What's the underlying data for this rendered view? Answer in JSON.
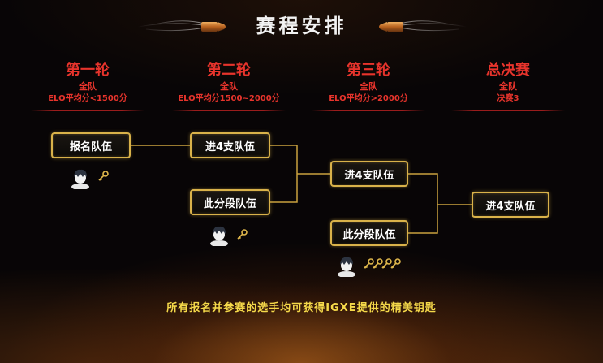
{
  "header": {
    "title": "赛程安排"
  },
  "rounds": [
    {
      "name": "第一轮",
      "sub1": "全队",
      "sub2": "ELO平均分<1500分"
    },
    {
      "name": "第二轮",
      "sub1": "全队",
      "sub2": "ELO平均分1500~2000分"
    },
    {
      "name": "第三轮",
      "sub1": "全队",
      "sub2": "ELO平均分>2000分"
    },
    {
      "name": "总决赛",
      "sub1": "全队",
      "sub2": "决赛3"
    }
  ],
  "bracket": {
    "r1_box": "报名队伍",
    "r2_top": "进4支队伍",
    "r2_bottom": "此分段队伍",
    "r3_top": "进4支队伍",
    "r3_bottom": "此分段队伍",
    "final": "进4支队伍"
  },
  "rewards": {
    "r1_keys": 1,
    "r2_keys": 1,
    "r3_keys": 4
  },
  "footer": {
    "note": "所有报名并参赛的选手均可获得IGXE提供的精美钥匙"
  },
  "colors": {
    "accent_red": "#e8342c",
    "box_border": "#d9b24a",
    "footer_yellow": "#f5d94a",
    "background": "#080506"
  },
  "icons": [
    "bullet-icon",
    "avatar-icon",
    "key-icon"
  ]
}
